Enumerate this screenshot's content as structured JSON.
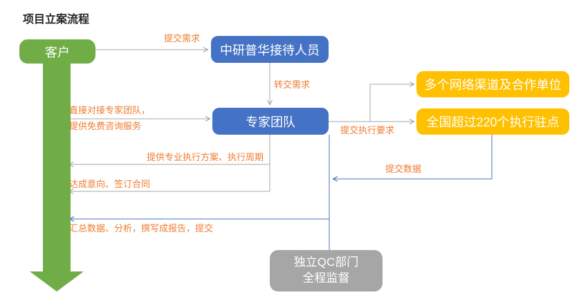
{
  "title": "项目立案流程",
  "nodes": {
    "customer": {
      "label": "客户",
      "color": "#70AD47"
    },
    "reception": {
      "label": "中研普华接待人员",
      "color": "#4472C4"
    },
    "expert_team": {
      "label": "专家团队",
      "color": "#4472C4"
    },
    "channels": {
      "label": "多个网络渠道及合作单位",
      "color": "#FFC000"
    },
    "outposts": {
      "label": "全国超过220个执行驻点",
      "color": "#FFC000"
    },
    "qc": {
      "line1": "独立QC部门",
      "line2": "全程监督",
      "color": "#A6A6A6"
    }
  },
  "edge_labels": {
    "submit_demand": "提交需求",
    "transfer_demand": "转交需求",
    "direct_contact_line1": "直接对接专家团队，",
    "direct_contact_line2": "提供免费咨询服务",
    "submit_exec_request": "提交执行要求",
    "provide_plan": "提供专业执行方案、执行周期",
    "sign_contract": "达成意向、签订合同",
    "submit_data": "提交数据",
    "summarize_report": "汇总数据、分析，撰写成报告，提交"
  },
  "colors": {
    "accent_green": "#70AD47",
    "accent_blue": "#4472C4",
    "accent_yellow": "#FFC000",
    "accent_gray": "#A6A6A6",
    "edge_label_orange": "#ED7D31",
    "line_gray": "#A6A6A6",
    "line_blue": "#4472C4",
    "title_text": "#262626",
    "background": "#FFFFFF"
  }
}
